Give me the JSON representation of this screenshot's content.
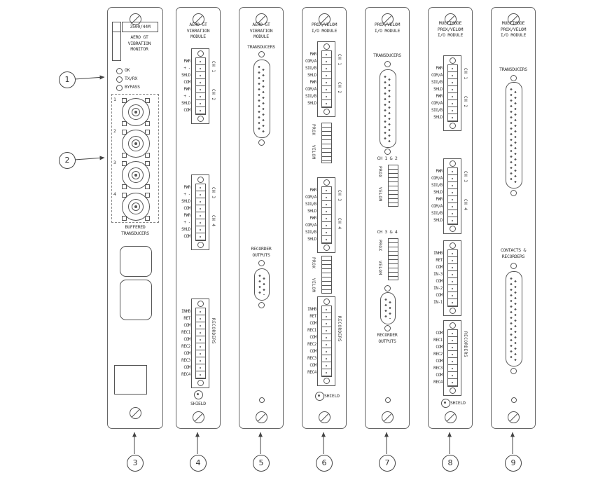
{
  "callouts": [
    "1",
    "2",
    "3",
    "4",
    "5",
    "6",
    "7",
    "8",
    "9"
  ],
  "p1": {
    "model": "3500/44M",
    "title": "AERO GT\nVIBRATION\nMONITOR",
    "leds": [
      "OK",
      "TX/RX",
      "BYPASS"
    ],
    "channels": [
      "1",
      "2",
      "3",
      "4"
    ],
    "caption": "BUFFERED\nTRANSDUCERS"
  },
  "p2": {
    "title": "AERO GT\nVIBRATION\nMODULE",
    "b1_labels": "PWR\n+ -\nSHLD\nCOM\nPWR\n+ -\nSHLD\nCOM",
    "b1_ch": [
      "CH 1",
      "CH 2"
    ],
    "b2_labels": "PWR\n+ -\nSHLD\nCOM\nPWR\n+ -\nSHLD\nCOM",
    "b2_ch": [
      "CH 3",
      "CH 4"
    ],
    "b3_labels": "INHB\nRET\nCOM\nREC1\nCOM\nREC2\nCOM\nREC3\nCOM\nREC4",
    "b3_side": "RECORDERS",
    "shield": "SHIELD"
  },
  "p3": {
    "title": "AERO GT\nVIBRATION\nMODULE",
    "transducers": "TRANSDUCERS",
    "recorder": "RECORDER\nOUTPUTS"
  },
  "p4": {
    "title": "PROX/VELOM\nI/O MODULE",
    "b1_labels": "PWR\nCOM/A\nSIG/B\nSHLD\nPWR\nCOM/A\nSIG/B\nSHLD",
    "b1_ch": [
      "CH 1",
      "CH 2"
    ],
    "jumper": [
      "PROX",
      "VELOM"
    ],
    "b2_labels": "PWR\nCOM/A\nSIG/B\nSHLD\nPWR\nCOM/A\nSIG/B\nSHLD",
    "b2_ch": [
      "CH 3",
      "CH 4"
    ],
    "b3_labels": "INHB\nRET\nCOM\nREC1\nCOM\nREC2\nCOM\nREC3\nCOM\nREC4",
    "b3_side": "RECORDERS",
    "shield": "SHIELD"
  },
  "p5": {
    "title": "PROX/VELOM\nI/O MODULE",
    "transducers": "TRANSDUCERS",
    "ch12": "CH 1 & 2",
    "ch34": "CH 3 & 4",
    "jumper": [
      "PROX",
      "VELOM"
    ],
    "recorder": "RECORDER\nOUTPUTS"
  },
  "p6": {
    "title": "MULTIMODE\nPROX/VELOM\nI/O MODULE",
    "b1_labels": "PWR\nCOM/A\nSIG/B\nSHLD\nPWR\nCOM/A\nSIG/B\nSHLD",
    "b1_ch": [
      "CH 1",
      "CH 2"
    ],
    "b2_labels": "PWR\nCOM/A\nSIG/B\nSHLD\nPWR\nCOM/A\nSIG/B\nSHLD",
    "b2_ch": [
      "CH 3",
      "CH 4"
    ],
    "b3_labels": "INHB\nRET\nCOM\nIN-3\nCOM\nIN-2\nCOM\nIN-1",
    "b4_labels": "COM\nREC1\nCOM\nREC2\nCOM\nREC3\nCOM\nREC4",
    "b4_side": "RECORDERS",
    "shield": "SHIELD"
  },
  "p7": {
    "title": "MULTIMODE\nPROX/VELOM\nI/O MODULE",
    "transducers": "TRANSDUCERS",
    "contacts": "CONTACTS &\nRECORDERS"
  }
}
